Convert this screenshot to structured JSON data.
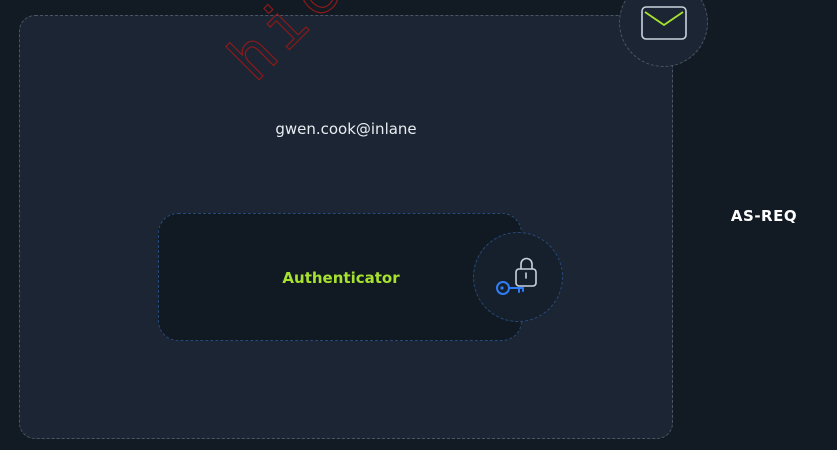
{
  "diagram": {
    "principal_label": "gwen.cook@inlane",
    "authenticator_label": "Authenticator",
    "message_label": "AS-REQ",
    "envelope_icon": "envelope-icon",
    "key_lock_icon": "key-lock-icon",
    "colors": {
      "background": "#121a23",
      "panel": "#1c2533",
      "authenticator_panel": "#111923",
      "accent_green": "#a6e22e",
      "accent_blue": "#2f7df6",
      "watermark_red": "#8b1a1a"
    }
  }
}
